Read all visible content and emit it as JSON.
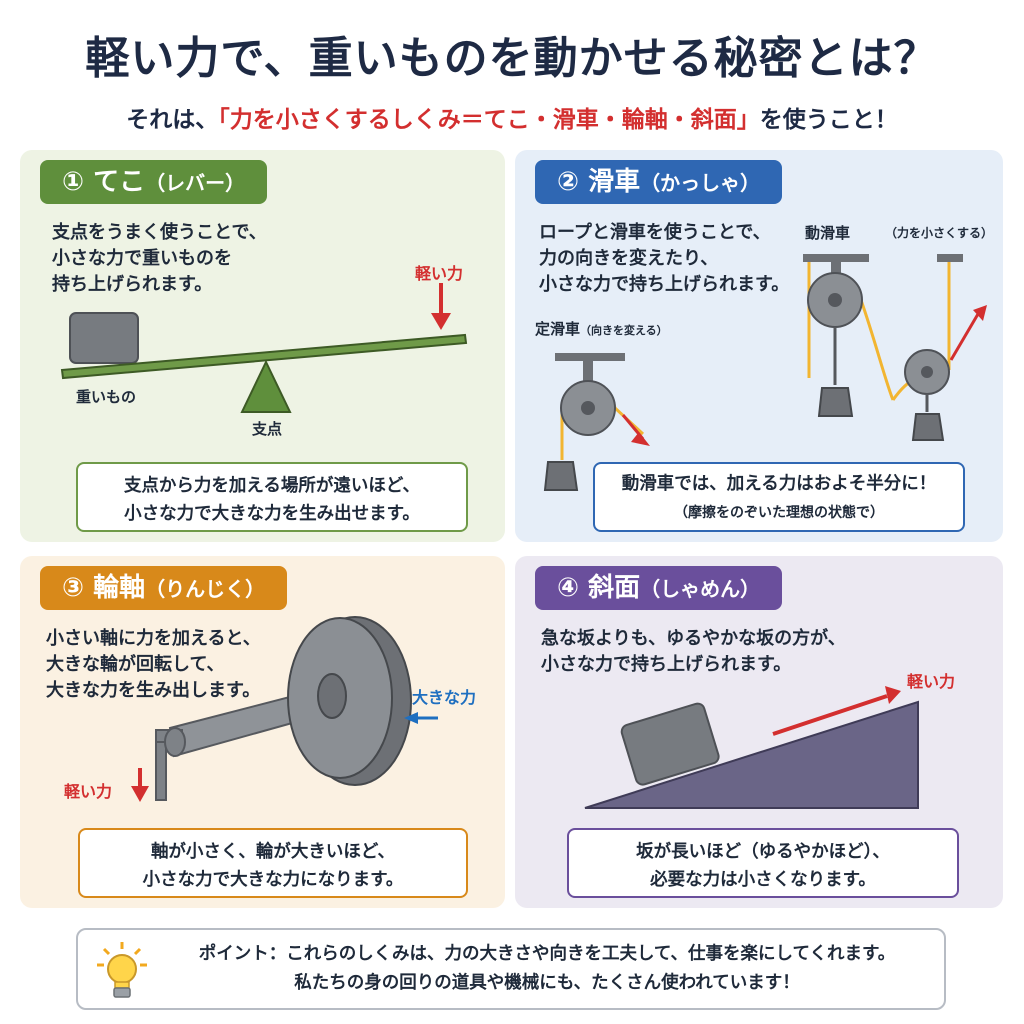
{
  "header": {
    "title": "軽い力で、重いものを動かせる秘密とは？",
    "subtitle_pre": "それは、",
    "subtitle_highlight": "「力を小さくするしくみ＝てこ・滑車・輪軸・斜面」",
    "subtitle_post": "を使うこと！"
  },
  "lever": {
    "tag_num": "①",
    "tag_main": " てこ",
    "tag_sub": "（レバー）",
    "desc": "支点をうまく使うことで、\n小さな力で重いものを\n持ち上げられます。",
    "label_light_force": "軽い力",
    "label_heavy": "重いもの",
    "label_fulcrum": "支点",
    "note": "支点から力を加える場所が遠いほど、\n小さな力で大きな力を生み出せます。"
  },
  "pulley": {
    "tag_num": "②",
    "tag_main": " 滑車",
    "tag_sub": "（かっしゃ）",
    "desc": "ロープと滑車を使うことで、\n力の向きを変えたり、\n小さな力で持ち上げられます。",
    "label_fixed": "定滑車",
    "label_fixed_sub": "（向きを変える）",
    "label_movable": "動滑車",
    "label_movable_sub": "（力を小さくする）",
    "note_main": "動滑車では、加える力はおよそ半分に！",
    "note_sub": "（摩擦をのぞいた理想の状態で）"
  },
  "wheel_axle": {
    "tag_num": "③",
    "tag_main": " 輪軸",
    "tag_sub": "（りんじく）",
    "desc": "小さい軸に力を加えると、\n大きな輪が回転して、\n大きな力を生み出します。",
    "label_big_force": "大きな力",
    "label_light_force": "軽い力",
    "note": "軸が小さく、輪が大きいほど、\n小さな力で大きな力になります。"
  },
  "incline": {
    "tag_num": "④",
    "tag_main": " 斜面",
    "tag_sub": "（しゃめん）",
    "desc": "急な坂よりも、ゆるやかな坂の方が、\n小さな力で持ち上げられます。",
    "label_light_force": "軽い力",
    "note": "坂が長いほど（ゆるやかほど）、\n必要な力は小さくなります。"
  },
  "point": {
    "line1": "ポイント：これらのしくみは、力の大きさや向きを工夫して、仕事を楽にしてくれます。",
    "line2": "私たちの身の回りの道具や機械にも、たくさん使われています！"
  },
  "colors": {
    "lever": "#5f8f3c",
    "pulley": "#2f67b3",
    "wheel_axle": "#d8891a",
    "incline": "#6a4f9c",
    "force_arrow": "#d32f2f",
    "rope": "#f2b531"
  },
  "icons": [
    "lightbulb-icon",
    "force-arrow-icon",
    "fulcrum-icon"
  ]
}
